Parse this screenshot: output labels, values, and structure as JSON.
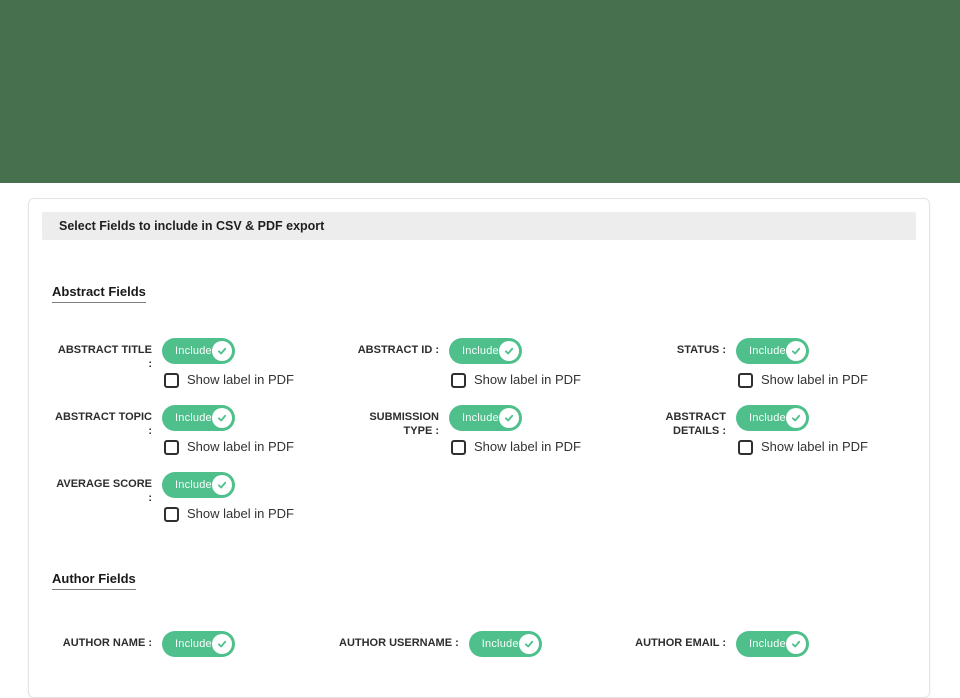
{
  "panel": {
    "title": "Select Fields to include in CSV & PDF export"
  },
  "toggle": {
    "label": "Include",
    "state": "on"
  },
  "checkbox": {
    "label": "Show label in PDF",
    "checked": false
  },
  "colors": {
    "header_banner": "#47704E",
    "toggle_green": "#4FC08C",
    "panel_header_bg": "#EDEDED"
  },
  "sections": [
    {
      "heading": "Abstract Fields",
      "fields": [
        {
          "label": "ABSTRACT TITLE :"
        },
        {
          "label": "ABSTRACT ID :"
        },
        {
          "label": "STATUS :"
        },
        {
          "label": "ABSTRACT TOPIC\n:"
        },
        {
          "label": "SUBMISSION\nTYPE :"
        },
        {
          "label": "ABSTRACT\nDETAILS :"
        },
        {
          "label": "AVERAGE SCORE :"
        }
      ]
    },
    {
      "heading": "Author Fields",
      "fields": [
        {
          "label": "AUTHOR NAME :"
        },
        {
          "label": "AUTHOR USERNAME :"
        },
        {
          "label": "AUTHOR EMAIL :"
        }
      ]
    }
  ]
}
